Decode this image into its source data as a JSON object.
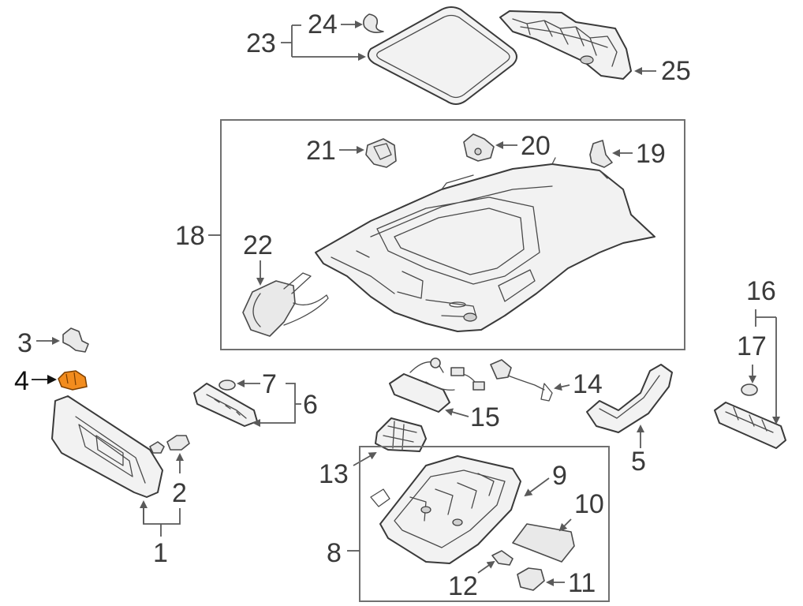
{
  "diagram": {
    "highlight_color": "#f28c1e",
    "callouts": {
      "c1": "1",
      "c2": "2",
      "c3": "3",
      "c4": "4",
      "c5": "5",
      "c6": "6",
      "c7": "7",
      "c8": "8",
      "c9": "9",
      "c10": "10",
      "c11": "11",
      "c12": "12",
      "c13": "13",
      "c14": "14",
      "c15": "15",
      "c16": "16",
      "c17": "17",
      "c18": "18",
      "c19": "19",
      "c20": "20",
      "c21": "21",
      "c22": "22",
      "c23": "23",
      "c24": "24",
      "c25": "25"
    },
    "highlighted_part": "4"
  }
}
